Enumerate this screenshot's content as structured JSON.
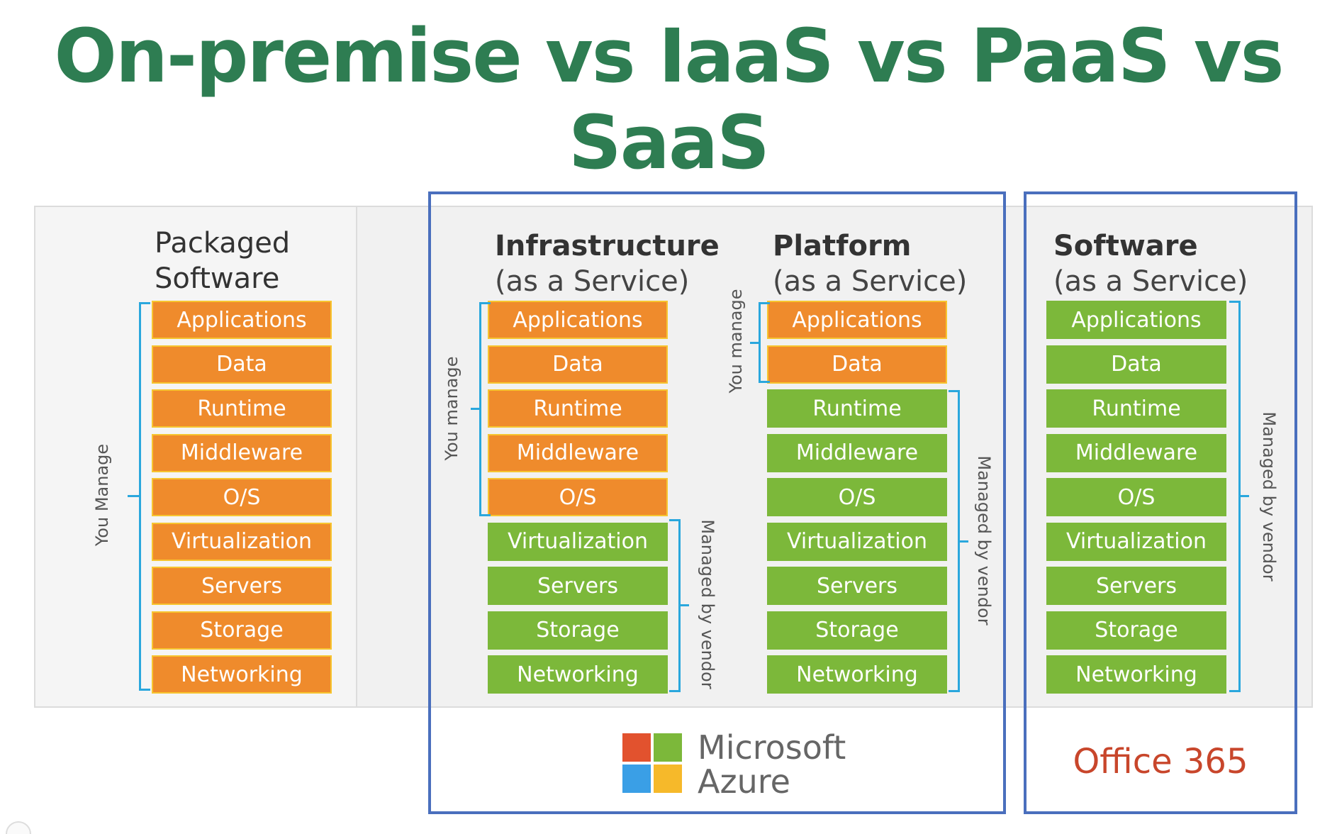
{
  "title": "On-premise vs IaaS vs PaaS vs SaaS",
  "columns": [
    {
      "title": "Packaged",
      "subtitle": "Software",
      "you_manage_label": "You Manage",
      "vendor_label": "",
      "layers": [
        "Applications",
        "Data",
        "Runtime",
        "Middleware",
        "O/S",
        "Virtualization",
        "Servers",
        "Storage",
        "Networking"
      ],
      "managed_by": [
        "you",
        "you",
        "you",
        "you",
        "you",
        "you",
        "you",
        "you",
        "you"
      ]
    },
    {
      "title": "Infrastructure",
      "subtitle": "(as a Service)",
      "you_manage_label": "You manage",
      "vendor_label": "Managed by vendor",
      "layers": [
        "Applications",
        "Data",
        "Runtime",
        "Middleware",
        "O/S",
        "Virtualization",
        "Servers",
        "Storage",
        "Networking"
      ],
      "managed_by": [
        "you",
        "you",
        "you",
        "you",
        "you",
        "vendor",
        "vendor",
        "vendor",
        "vendor"
      ]
    },
    {
      "title": "Platform",
      "subtitle": "(as a Service)",
      "you_manage_label": "You manage",
      "vendor_label": "Managed by vendor",
      "layers": [
        "Applications",
        "Data",
        "Runtime",
        "Middleware",
        "O/S",
        "Virtualization",
        "Servers",
        "Storage",
        "Networking"
      ],
      "managed_by": [
        "you",
        "you",
        "vendor",
        "vendor",
        "vendor",
        "vendor",
        "vendor",
        "vendor",
        "vendor"
      ]
    },
    {
      "title": "Software",
      "subtitle": "(as a Service)",
      "you_manage_label": "",
      "vendor_label": "Managed by vendor",
      "layers": [
        "Applications",
        "Data",
        "Runtime",
        "Middleware",
        "O/S",
        "Virtualization",
        "Servers",
        "Storage",
        "Networking"
      ],
      "managed_by": [
        "vendor",
        "vendor",
        "vendor",
        "vendor",
        "vendor",
        "vendor",
        "vendor",
        "vendor",
        "vendor"
      ]
    }
  ],
  "logos": {
    "azure_line1": "Microsoft",
    "azure_line2": "Azure",
    "office": "Office 365"
  },
  "colors": {
    "title": "#2e7d52",
    "you_manage": "#ef8b2c",
    "vendor": "#7cb83a",
    "bracket": "#2aa7dd",
    "frame": "#4a6fbd",
    "office": "#c8462b"
  }
}
